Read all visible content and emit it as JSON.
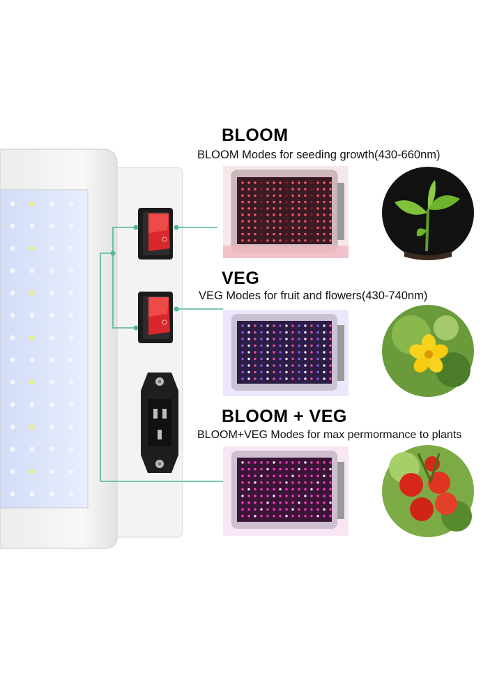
{
  "colors": {
    "accent_green": "#2eaa78",
    "connector_green": "#4fb88c",
    "bloom_led": "#ff3b4f",
    "veg_led_purple": "#9a52ff",
    "mixed_led_pink": "#ff3fc0",
    "switch_red": "#d9282c"
  },
  "sections": [
    {
      "title": "BLOOM",
      "description": "BLOOM Modes for seeding growth(430-660nm)",
      "photo_icon": "seedling-photo-icon"
    },
    {
      "title": "VEG",
      "description": "VEG Modes for fruit and flowers(430-740nm)",
      "photo_icon": "cucumber-flower-photo-icon"
    },
    {
      "title": "BLOOM + VEG",
      "description": "BLOOM+VEG Modes for max permormance to plants",
      "photo_icon": "tomato-photo-icon"
    }
  ],
  "controls": {
    "switches": [
      "rocker-switch-icon",
      "rocker-switch-icon"
    ],
    "power": "power-socket-icon"
  }
}
